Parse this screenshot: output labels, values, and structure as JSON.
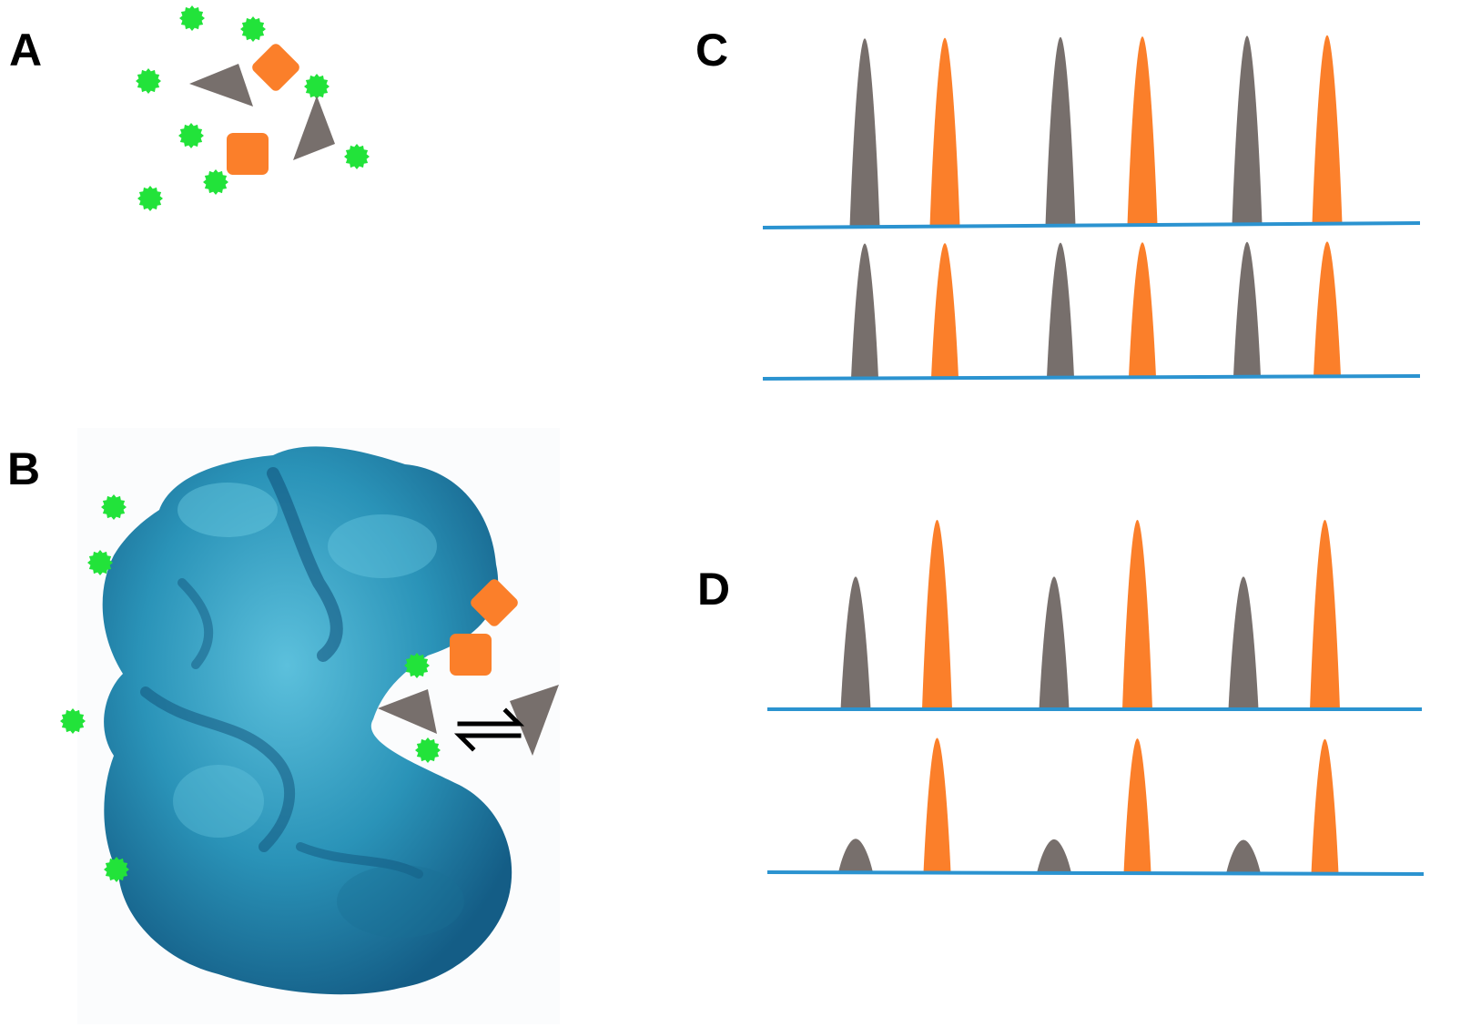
{
  "panels": [
    {
      "id": "A",
      "label": "A"
    },
    {
      "id": "B",
      "label": "B"
    },
    {
      "id": "C",
      "label": "C"
    },
    {
      "id": "D",
      "label": "D"
    }
  ],
  "colors": {
    "green": "#22e33a",
    "orange": "#fb7f2a",
    "gray": "#776f6c",
    "baseline": "#2b93d0",
    "protein": "#2a93b8",
    "protein_dark": "#0f4f78",
    "protein_light": "#5cc0dc",
    "arrow": "#000000"
  },
  "icons": {
    "small_molecule": "green-dot-icon",
    "ligand_square": "orange-square-icon",
    "ligand_diamond": "orange-diamond-icon",
    "ligand_triangle": "gray-triangle-icon",
    "protein": "protein-surface-icon",
    "equilibrium": "equilibrium-arrows-icon"
  },
  "chart_data": [
    {
      "type": "area",
      "panel": "C",
      "trace": 1,
      "peaks": [
        {
          "series": "gray",
          "height": 1.0
        },
        {
          "series": "orange",
          "height": 1.0
        },
        {
          "series": "gray",
          "height": 1.0
        },
        {
          "series": "orange",
          "height": 1.0
        },
        {
          "series": "gray",
          "height": 1.0
        },
        {
          "series": "orange",
          "height": 1.0
        }
      ]
    },
    {
      "type": "area",
      "panel": "C",
      "trace": 2,
      "peaks": [
        {
          "series": "gray",
          "height": 1.0
        },
        {
          "series": "orange",
          "height": 1.0
        },
        {
          "series": "gray",
          "height": 1.0
        },
        {
          "series": "orange",
          "height": 1.0
        },
        {
          "series": "gray",
          "height": 1.0
        },
        {
          "series": "orange",
          "height": 1.0
        }
      ]
    },
    {
      "type": "area",
      "panel": "D",
      "trace": 1,
      "peaks": [
        {
          "series": "gray",
          "height": 0.7
        },
        {
          "series": "orange",
          "height": 1.0
        },
        {
          "series": "gray",
          "height": 0.7
        },
        {
          "series": "orange",
          "height": 1.0
        },
        {
          "series": "gray",
          "height": 0.7
        },
        {
          "series": "orange",
          "height": 1.0
        }
      ]
    },
    {
      "type": "area",
      "panel": "D",
      "trace": 2,
      "peaks": [
        {
          "series": "gray",
          "height": 0.25
        },
        {
          "series": "orange",
          "height": 1.0
        },
        {
          "series": "gray",
          "height": 0.25
        },
        {
          "series": "orange",
          "height": 1.0
        },
        {
          "series": "gray",
          "height": 0.25
        },
        {
          "series": "orange",
          "height": 1.0
        }
      ]
    }
  ]
}
